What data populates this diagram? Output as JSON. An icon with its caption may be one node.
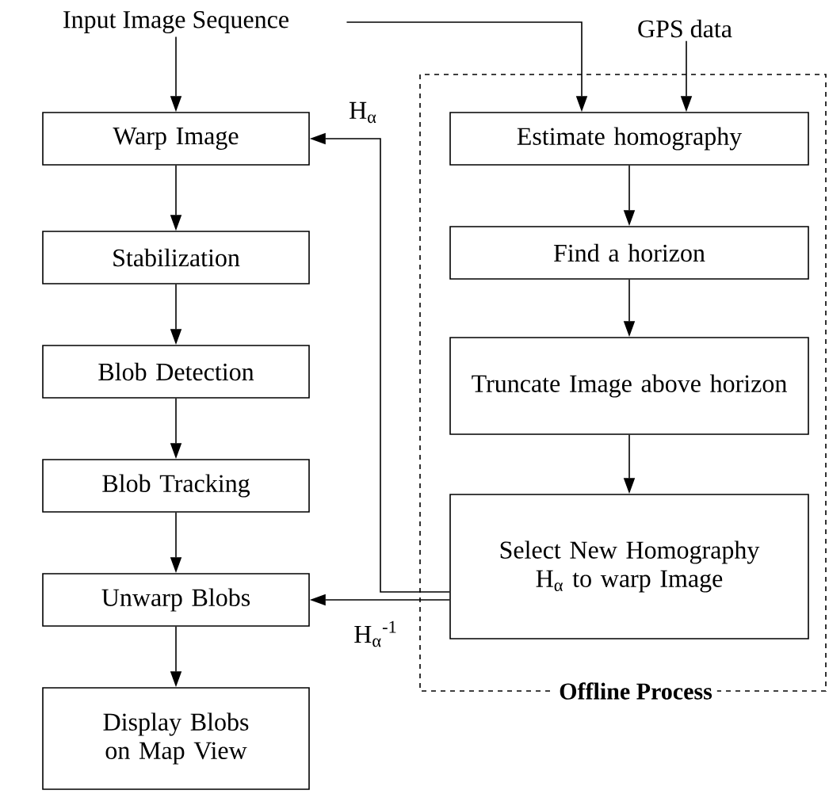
{
  "diagram": {
    "nodes": [
      {
        "text": [
          "Input Image Sequence"
        ]
      },
      {
        "text": [
          "GPS data"
        ]
      },
      {
        "text": [
          "Offline Process"
        ]
      },
      {
        "text": [
          "Warp Image"
        ]
      },
      {
        "text": [
          "Stabilization"
        ]
      },
      {
        "text": [
          "Blob Detection"
        ]
      },
      {
        "text": [
          "Blob Tracking"
        ]
      },
      {
        "text": [
          "Unwarp Blobs"
        ]
      },
      {
        "text": [
          "Display Blobs on Map View"
        ]
      },
      {
        "text": [
          "Estimate homography"
        ],
        "in": 2
      },
      {
        "text": [
          "Find a horizon"
        ],
        "in": 2
      },
      {
        "text": [
          "Truncate Image above horizon"
        ],
        "in": 2
      },
      {
        "text": [
          "Select New Homography H$_{α}$ to warp Image"
        ],
        "in": 2
      }
    ],
    "edges": [
      {
        "from": 0,
        "to": 3,
        "arrow": "to"
      },
      {
        "from": 3,
        "to": 4,
        "arrow": "to"
      },
      {
        "from": 4,
        "to": 5,
        "arrow": "to"
      },
      {
        "from": 5,
        "to": 6,
        "arrow": "to"
      },
      {
        "from": 6,
        "to": 7,
        "arrow": "to"
      },
      {
        "from": 7,
        "to": 8,
        "arrow": "to"
      },
      {
        "from": 0,
        "to": 9,
        "arrow": "to"
      },
      {
        "from": 1,
        "to": 9,
        "arrow": "to"
      },
      {
        "from": 9,
        "to": 10,
        "arrow": "to"
      },
      {
        "from": 10,
        "to": 11,
        "arrow": "to"
      },
      {
        "from": 11,
        "to": 12,
        "arrow": "to"
      },
      {
        "from": 12,
        "to": 3,
        "arrow": "to",
        "label": "H$_{α}$"
      },
      {
        "from": 12,
        "to": 7,
        "arrow": "to",
        "label": "H$_{α}$$^{-1}$"
      }
    ]
  }
}
